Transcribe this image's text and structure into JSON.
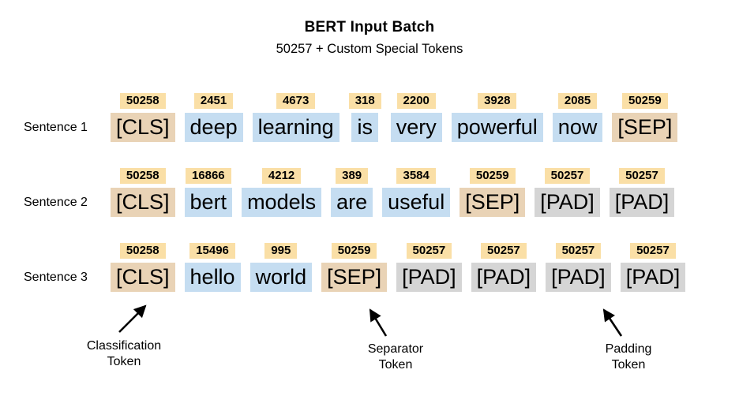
{
  "header": {
    "title": "BERT Input Batch",
    "subtitle": "50257 + Custom Special Tokens"
  },
  "colors": {
    "badge_bg": "#FADFA6",
    "special_bg": "#E9D3B6",
    "word_bg": "#C5DDF1",
    "pad_bg": "#D5D5D5",
    "text": "#000000",
    "background": "#FFFFFF"
  },
  "sentences": [
    {
      "label": "Sentence 1",
      "tokens": [
        {
          "text": "[CLS]",
          "id": "50258",
          "type": "special"
        },
        {
          "text": "deep",
          "id": "2451",
          "type": "word"
        },
        {
          "text": "learning",
          "id": "4673",
          "type": "word"
        },
        {
          "text": "is",
          "id": "318",
          "type": "word"
        },
        {
          "text": "very",
          "id": "2200",
          "type": "word"
        },
        {
          "text": "powerful",
          "id": "3928",
          "type": "word"
        },
        {
          "text": "now",
          "id": "2085",
          "type": "word"
        },
        {
          "text": "[SEP]",
          "id": "50259",
          "type": "special"
        }
      ]
    },
    {
      "label": "Sentence 2",
      "tokens": [
        {
          "text": "[CLS]",
          "id": "50258",
          "type": "special"
        },
        {
          "text": "bert",
          "id": "16866",
          "type": "word"
        },
        {
          "text": "models",
          "id": "4212",
          "type": "word"
        },
        {
          "text": "are",
          "id": "389",
          "type": "word"
        },
        {
          "text": "useful",
          "id": "3584",
          "type": "word"
        },
        {
          "text": "[SEP]",
          "id": "50259",
          "type": "special"
        },
        {
          "text": "[PAD]",
          "id": "50257",
          "type": "pad"
        },
        {
          "text": "[PAD]",
          "id": "50257",
          "type": "pad"
        }
      ]
    },
    {
      "label": "Sentence 3",
      "tokens": [
        {
          "text": "[CLS]",
          "id": "50258",
          "type": "special"
        },
        {
          "text": "hello",
          "id": "15496",
          "type": "word"
        },
        {
          "text": "world",
          "id": "995",
          "type": "word"
        },
        {
          "text": "[SEP]",
          "id": "50259",
          "type": "special"
        },
        {
          "text": "[PAD]",
          "id": "50257",
          "type": "pad"
        },
        {
          "text": "[PAD]",
          "id": "50257",
          "type": "pad"
        },
        {
          "text": "[PAD]",
          "id": "50257",
          "type": "pad"
        },
        {
          "text": "[PAD]",
          "id": "50257",
          "type": "pad"
        }
      ]
    }
  ],
  "annotations": [
    {
      "line1": "Classification",
      "line2": "Token"
    },
    {
      "line1": "Separator",
      "line2": "Token"
    },
    {
      "line1": "Padding",
      "line2": "Token"
    }
  ]
}
